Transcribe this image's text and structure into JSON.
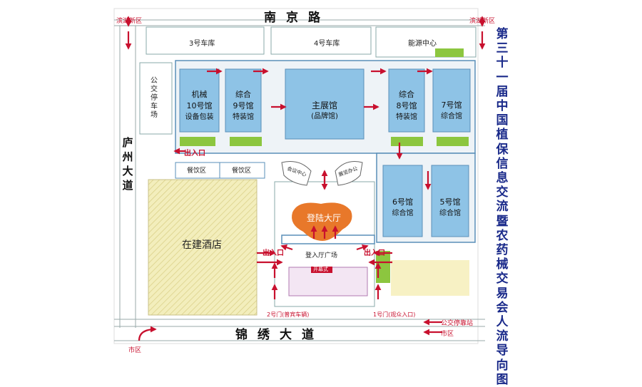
{
  "roads": {
    "north": "南京路",
    "south": "锦绣大道",
    "west": "庐州大道"
  },
  "direction_labels": {
    "top_left": "滨湖新区",
    "top_right": "滨湖新区",
    "bottom_left": "市区",
    "bus_station": "公交停靠站",
    "city": "市区"
  },
  "areas": {
    "garage3": "3号车库",
    "garage4": "4号车库",
    "energy": "能源中心",
    "bus_parking": "公交停车场",
    "dining1": "餐饮区",
    "dining2": "餐饮区",
    "hotel": "在建酒店",
    "lobby": "登陆大厅",
    "plaza": "登入厅广场",
    "opening": "开幕式",
    "service_center": "会议中心",
    "office_center": "展览办公"
  },
  "halls": {
    "h10": [
      "机械",
      "10号馆",
      "设备包装"
    ],
    "h9": [
      "综合",
      "9号馆",
      "特装馆"
    ],
    "main": [
      "主展馆",
      "(品牌馆)"
    ],
    "h8": [
      "综合",
      "8号馆",
      "特装馆"
    ],
    "h7": [
      "7号馆",
      "综合馆"
    ],
    "h6": [
      "6号馆",
      "综合馆"
    ],
    "h5": [
      "5号馆",
      "综合馆"
    ]
  },
  "entrances": {
    "entrance_west": "出入口",
    "entrance_left": "出入口",
    "entrance_right": "出入口",
    "gate2": "2号门(普宾车辆)",
    "gate1": "1号门(观众入口)"
  },
  "title": "第三十一届中国植保信息交流暨农药械交易会人流导向图",
  "colors": {
    "hall_blue": "#8ec3e6",
    "green": "#8cc63f",
    "lobby_orange": "#e8782a",
    "arrow_red": "#c8102e",
    "title_blue": "#1a2a8a",
    "hotel_yellow": "#f3eebc"
  }
}
